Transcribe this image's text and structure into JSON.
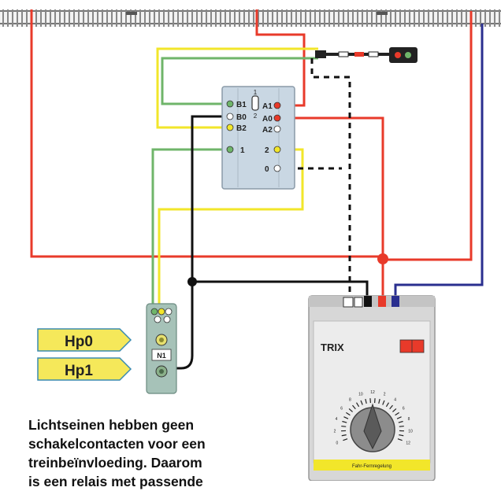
{
  "relay_module": {
    "contact_labels_left": [
      "B1",
      "B0",
      "B2"
    ],
    "contact_labels_right": [
      "A1",
      "A0",
      "A2"
    ],
    "position_marks": [
      "1",
      "2"
    ],
    "input_labels": [
      "1",
      "2",
      "0"
    ]
  },
  "signal_tags": [
    {
      "label": "Hp0"
    },
    {
      "label": "Hp1"
    }
  ],
  "switch_module": {
    "label": "N1"
  },
  "transformer": {
    "brand": "TRIX",
    "dial_ticks": [
      "0",
      "2",
      "4",
      "6",
      "8",
      "10",
      "12",
      "2",
      "4",
      "6",
      "8",
      "10",
      "12"
    ],
    "footer_text": "Fahr-Fernregelung"
  },
  "caption_lines": [
    "Lichtseinen hebben geen",
    "schakelcontacten voor een",
    "treinbeïnvloeding. Daarom",
    "is een relais met passende"
  ],
  "colors": {
    "red_wire": "#e83a2a",
    "yellow_wire": "#f2e62a",
    "green_wire": "#6fb56a",
    "black_wire": "#111111",
    "blue_wire": "#2a2f8f",
    "tag_fill": "#f5e85a",
    "module_fill": "#c9d7e3"
  }
}
